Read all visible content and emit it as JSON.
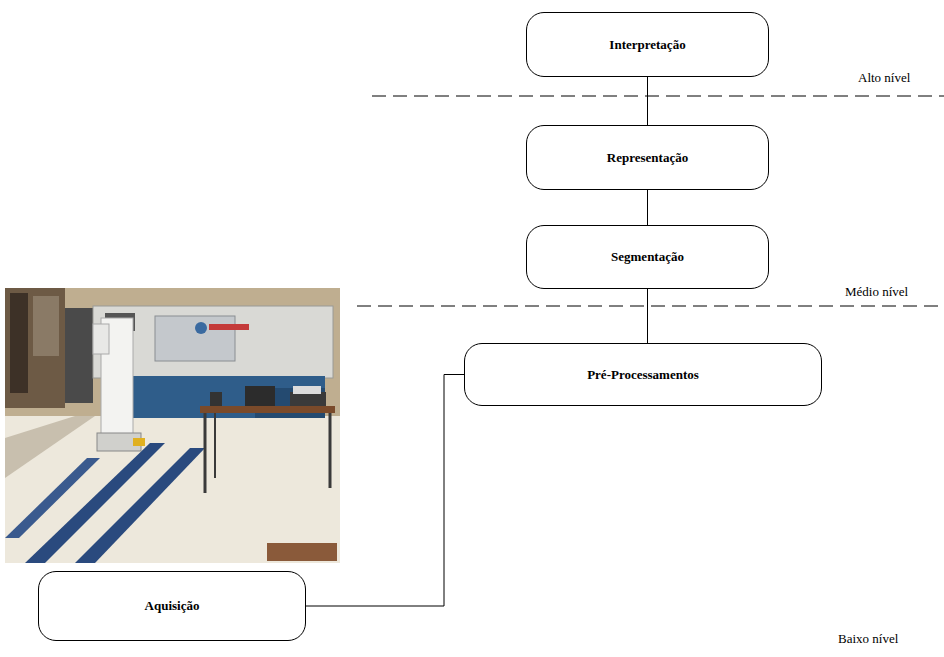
{
  "diagram": {
    "nodes": [
      {
        "text": [
          "Interpretação"
        ]
      },
      {
        "text": [
          "Representação"
        ]
      },
      {
        "text": [
          "Segmentação"
        ]
      },
      {
        "text": [
          "Pré-Processamentos"
        ]
      },
      {
        "text": [
          "Aquisição"
        ]
      }
    ],
    "edges": [
      {
        "from": 0,
        "to": 1,
        "arrow": "none"
      },
      {
        "from": 1,
        "to": 2,
        "arrow": "none"
      },
      {
        "from": 2,
        "to": 3,
        "arrow": "none"
      },
      {
        "from": 3,
        "to": 4,
        "arrow": "none"
      }
    ],
    "labels": [
      "Alto nível",
      "Médio nível",
      "Baixo nível"
    ]
  }
}
